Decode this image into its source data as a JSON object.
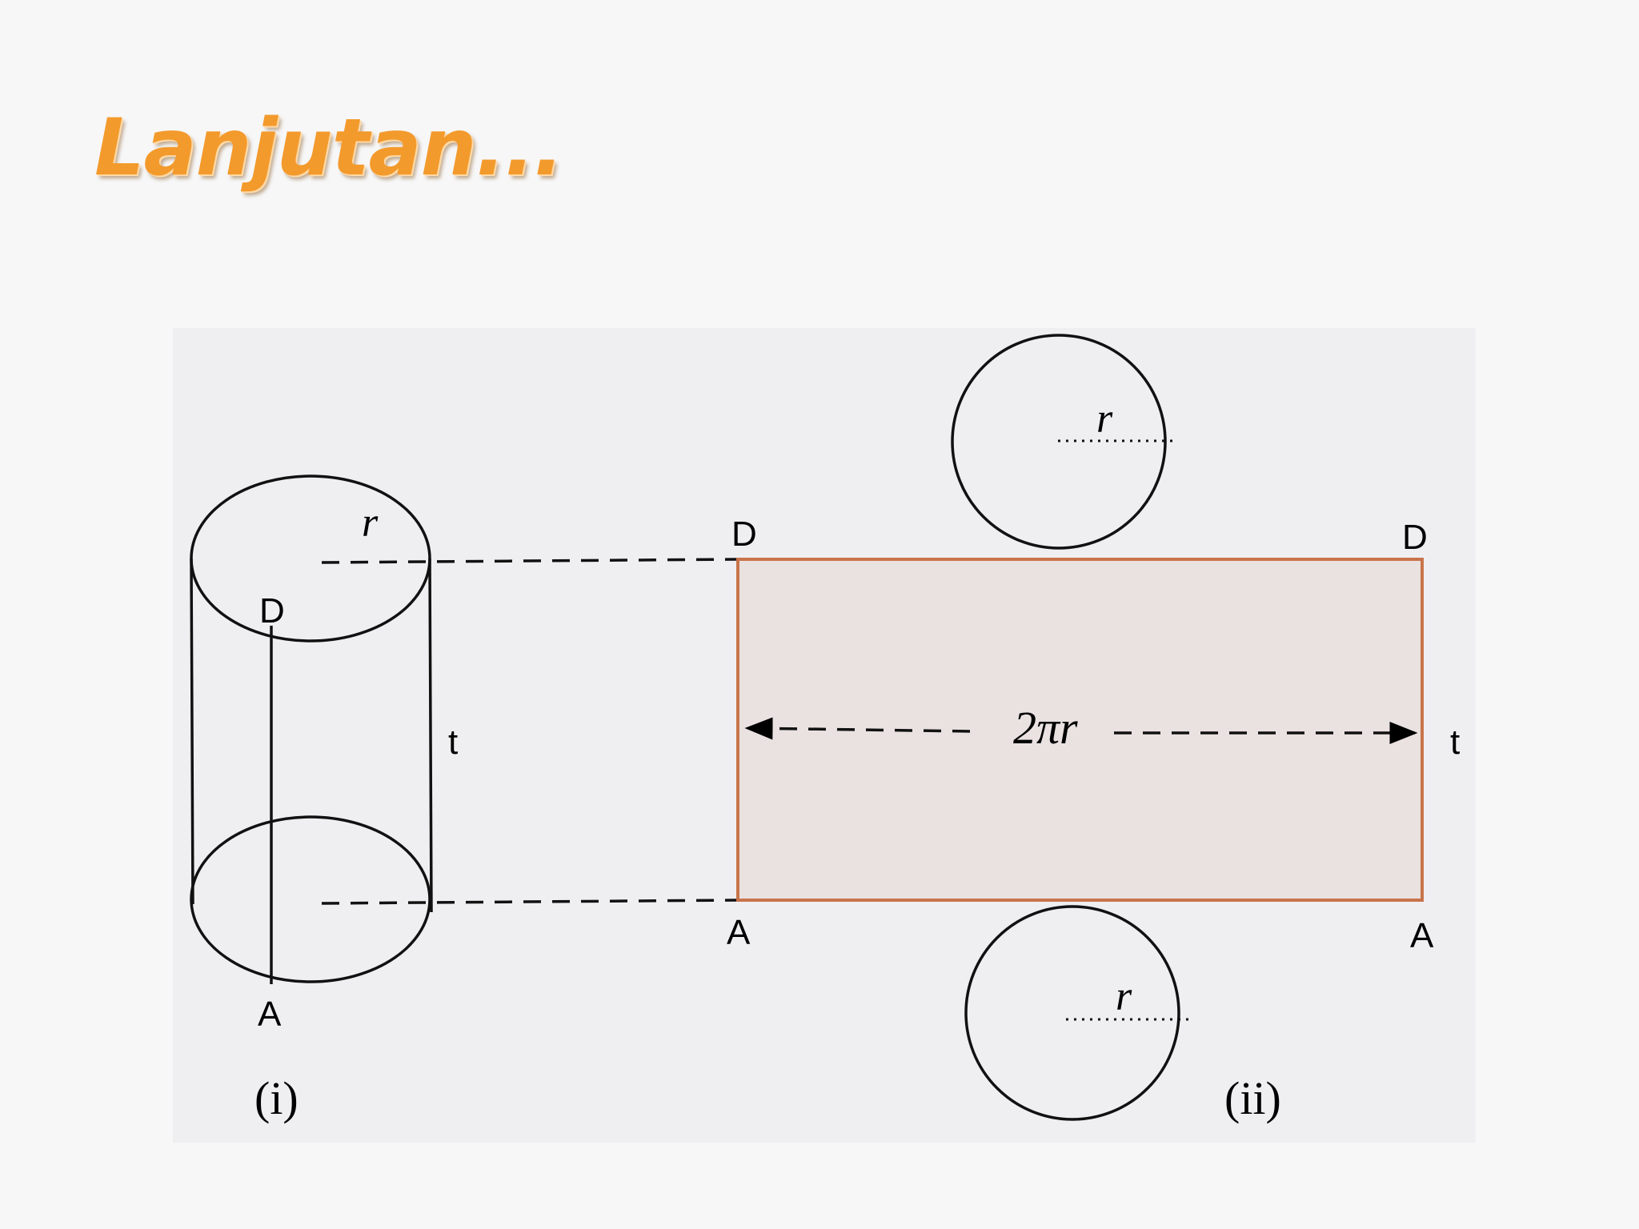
{
  "slide": {
    "title": "Lanjutan..."
  },
  "figure": {
    "cylinder": {
      "radius_label": "r",
      "height_label": "t",
      "top_point": "D",
      "bottom_point": "A",
      "caption": "(i)"
    },
    "net": {
      "top_left_point": "D",
      "top_right_point": "D",
      "bottom_left_point": "A",
      "bottom_right_point": "A",
      "width_label": "2πr",
      "height_label": "t",
      "top_circle_radius_label": "r",
      "bottom_circle_radius_label": "r",
      "caption": "(ii)"
    },
    "colors": {
      "rect_fill": "#eae2e1",
      "rect_stroke": "#c8744a",
      "line": "#111111",
      "title": "#f39a2c"
    }
  }
}
